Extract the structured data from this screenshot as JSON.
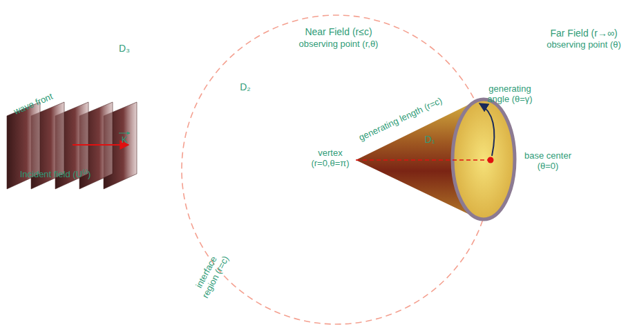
{
  "diagram": {
    "labels": [
      "D₃",
      "Near Field (r≤c)",
      "observing point (r,θ)",
      "Far Field (r→∞)",
      "observing point (θ)",
      "D₂",
      "generating angle (θ=γ)",
      "generating length (r=c)",
      "D₁",
      "vertex (r=0,θ=π)",
      "base center (θ=0)",
      "wave front",
      "K",
      "Incident field (U⁽ⁱ⁾)",
      "interface region (r=c)"
    ]
  }
}
